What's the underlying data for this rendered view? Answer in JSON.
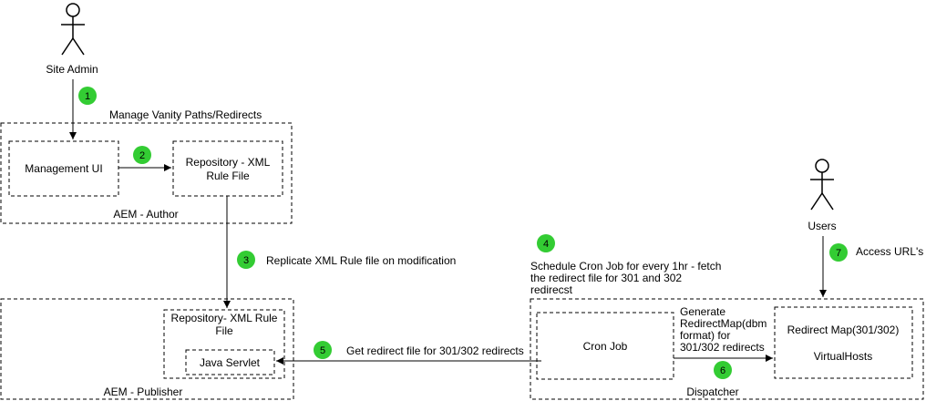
{
  "colors": {
    "badge": "#33cc33",
    "stroke": "#000000",
    "background": "#ffffff"
  },
  "actors": {
    "site_admin": "Site Admin",
    "users": "Users"
  },
  "containers": {
    "author": "AEM - Author",
    "publisher": "AEM - Publisher",
    "dispatcher": "Dispatcher"
  },
  "nodes": {
    "management_ui": "Management UI",
    "repo_author_line1": "Repository - XML",
    "repo_author_line2": "Rule File",
    "repo_publisher_line1": "Repository- XML Rule",
    "repo_publisher_line2": "File",
    "java_servlet": "Java Servlet",
    "cron_job": "Cron Job",
    "redirect_map_line1": "Redirect Map(301/302)",
    "redirect_map_line2": "VirtualHosts"
  },
  "steps": {
    "s1": "1",
    "s2": "2",
    "s3": "3",
    "s4": "4",
    "s5": "5",
    "s6": "6",
    "s7": "7"
  },
  "labels": {
    "manage_vanity": "Manage Vanity Paths/Redirects",
    "replicate": "Replicate XML Rule file on modification",
    "schedule_line1": "Schedule Cron Job for every 1hr  - fetch",
    "schedule_line2": "the redirect file for 301 and 302",
    "schedule_line3": "redirecst",
    "get_redirect": "Get redirect file for 301/302 redirects",
    "generate_line1": "Generate",
    "generate_line2": "RedirectMap(dbm",
    "generate_line3": "format) for",
    "generate_line4": "301/302 redirects",
    "access_urls": "Access URL's"
  }
}
